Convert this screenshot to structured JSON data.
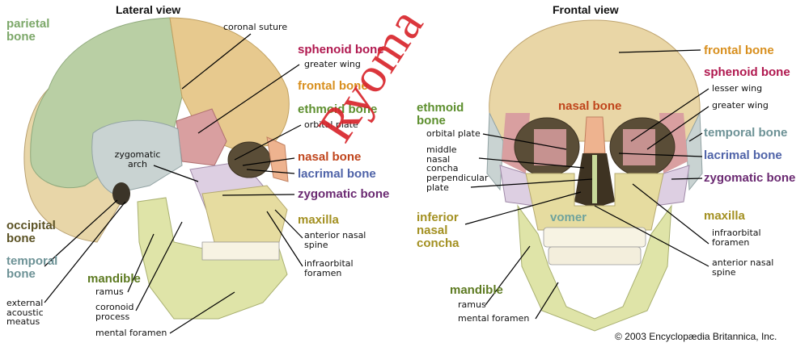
{
  "titles": {
    "lateral": "Lateral view",
    "frontal": "Frontal view"
  },
  "colors": {
    "parietal": "#7da86a",
    "sphenoid": "#b0184f",
    "frontal": "#d88f1e",
    "ethmoid": "#5d8f2e",
    "nasal": "#c0451c",
    "lacrimal": "#4f63a8",
    "zygomatic": "#6b2a72",
    "maxilla": "#a39021",
    "occipital": "#5b5224",
    "temporal": "#6d9296",
    "mandible": "#5d7a21",
    "vomer": "#6fa39d",
    "inferior_nasal_concha": "#a39021"
  },
  "lateral": {
    "parietal_bone": "parietal bone",
    "coronal_suture": "coronal suture",
    "sphenoid_bone": "sphenoid bone",
    "greater_wing": "greater wing",
    "frontal_bone": "frontal bone",
    "ethmoid_bone": "ethmoid bone",
    "orbital_plate": "orbital plate",
    "zygomatic_arch": "zygomatic arch",
    "nasal_bone": "nasal bone",
    "lacrimal_bone": "lacrimal bone",
    "zygomatic_bone": "zygomatic bone",
    "occipital_bone": "occipital bone",
    "maxilla": "maxilla",
    "anterior_nasal_spine": "anterior nasal spine",
    "infraorbital_foramen": "infraorbital foramen",
    "temporal_bone": "temporal bone",
    "mandible": "mandible",
    "ramus": "ramus",
    "external_acoustic_meatus": "external acoustic meatus",
    "coronoid_process": "coronoid process",
    "mental_foramen": "mental foramen"
  },
  "frontal": {
    "frontal_bone": "frontal bone",
    "sphenoid_bone": "sphenoid bone",
    "lesser_wing": "lesser wing",
    "greater_wing": "greater wing",
    "ethmoid_bone": "ethmoid bone",
    "nasal_bone": "nasal bone",
    "orbital_plate": "orbital plate",
    "middle_nasal_concha": "middle nasal concha",
    "perpendicular_plate": "perpendicular plate",
    "temporal_bone": "temporal bone",
    "lacrimal_bone": "lacrimal bone",
    "zygomatic_bone": "zygomatic bone",
    "inferior_nasal_concha": "inferior nasal concha",
    "vomer": "vomer",
    "maxilla": "maxilla",
    "infraorbital_foramen": "infraorbital foramen",
    "anterior_nasal_spine": "anterior nasal spine",
    "mandible": "mandible",
    "ramus": "ramus",
    "mental_foramen": "mental foramen"
  },
  "watermark": "Ryoma",
  "copyright": "© 2003 Encyclopædia Britannica, Inc."
}
